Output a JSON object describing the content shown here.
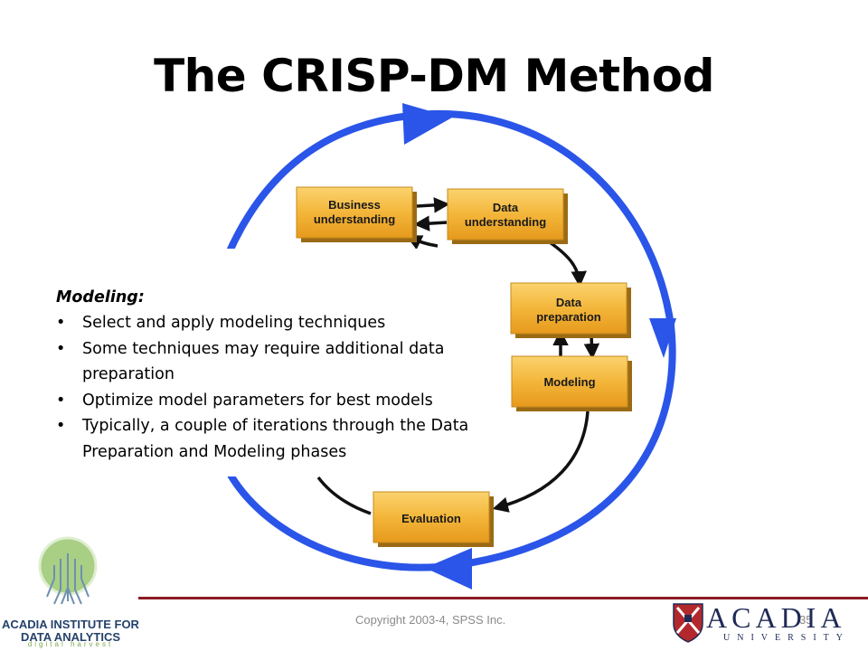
{
  "slide": {
    "title": "The CRISP-DM Method",
    "page_number": "35",
    "copyright": "Copyright 2003-4, SPSS Inc."
  },
  "diagram": {
    "phases": {
      "business_understanding": [
        "Business",
        "understanding"
      ],
      "data_understanding": [
        "Data",
        "understanding"
      ],
      "data_preparation": [
        "Data",
        "preparation"
      ],
      "modeling": [
        "Modeling"
      ],
      "evaluation": [
        "Evaluation"
      ]
    },
    "colors": {
      "outer_cycle": "#2a55e8",
      "phase_box": "#f3b63a",
      "inner_arrows": "#111111"
    }
  },
  "notes": {
    "heading": "Modeling:",
    "bullets": [
      "Select and apply modeling techniques",
      "Some techniques may require additional data preparation",
      "Optimize model parameters for best models",
      "Typically, a couple of iterations through the Data Preparation and Modeling phases"
    ],
    "bullet_glyph": "•"
  },
  "logos": {
    "aida_name": "ACADIA INSTITUTE FOR DATA ANALYTICS",
    "aida_tagline": "digital harvest",
    "acadia_word": "ACADIA",
    "acadia_sub": "UNIVERSITY"
  }
}
